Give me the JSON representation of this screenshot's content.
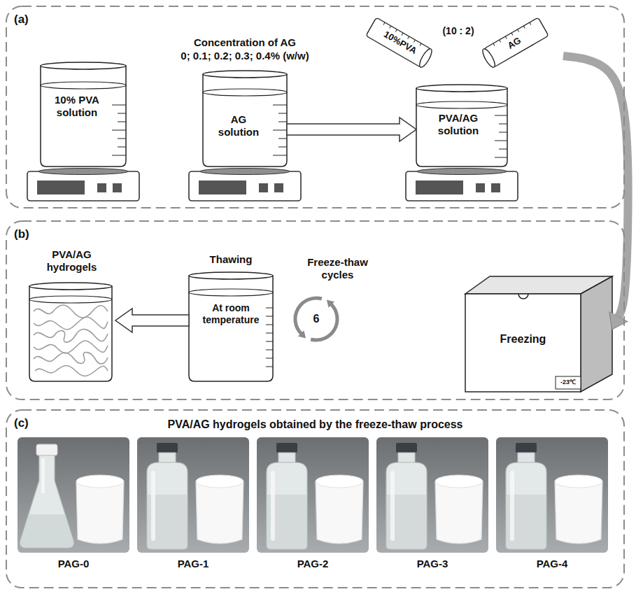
{
  "diagram": {
    "nodes": [
      {
        "text": [
          "(a)"
        ]
      },
      {
        "text": [
          "10% PVA solution"
        ],
        "in": 0
      },
      {
        "text": [
          "AG solution"
        ],
        "in": 0
      },
      {
        "text": [
          "PVA/AG solution"
        ],
        "in": 0
      },
      {
        "text": [
          "(b)"
        ]
      },
      {
        "text": [
          "PVA/AG hydrogels"
        ],
        "in": 4
      },
      {
        "text": [
          "Thawing",
          "At room temperature"
        ],
        "in": 4
      },
      {
        "text": [
          "Freezing",
          "-23℃"
        ],
        "in": 4
      },
      {
        "text": [
          "(c)",
          "PVA/AG hydrogels obtained by the freeze-thaw process"
        ]
      }
    ],
    "edges": [
      {
        "from": 2,
        "to": 3,
        "arrow": "to"
      },
      {
        "from": 0,
        "to": 7,
        "arrow": "to"
      },
      {
        "from": 6,
        "to": 5,
        "arrow": "to"
      }
    ],
    "labels": [
      "Concentration of AG",
      "0; 0.1; 0.2; 0.3; 0.4% (w/w)",
      "10%PVA",
      "(10 : 2)",
      "AG",
      "Freeze-thaw cycles",
      "6",
      "PAG-0",
      "PAG-1",
      "PAG-2",
      "PAG-3",
      "PAG-4"
    ]
  }
}
